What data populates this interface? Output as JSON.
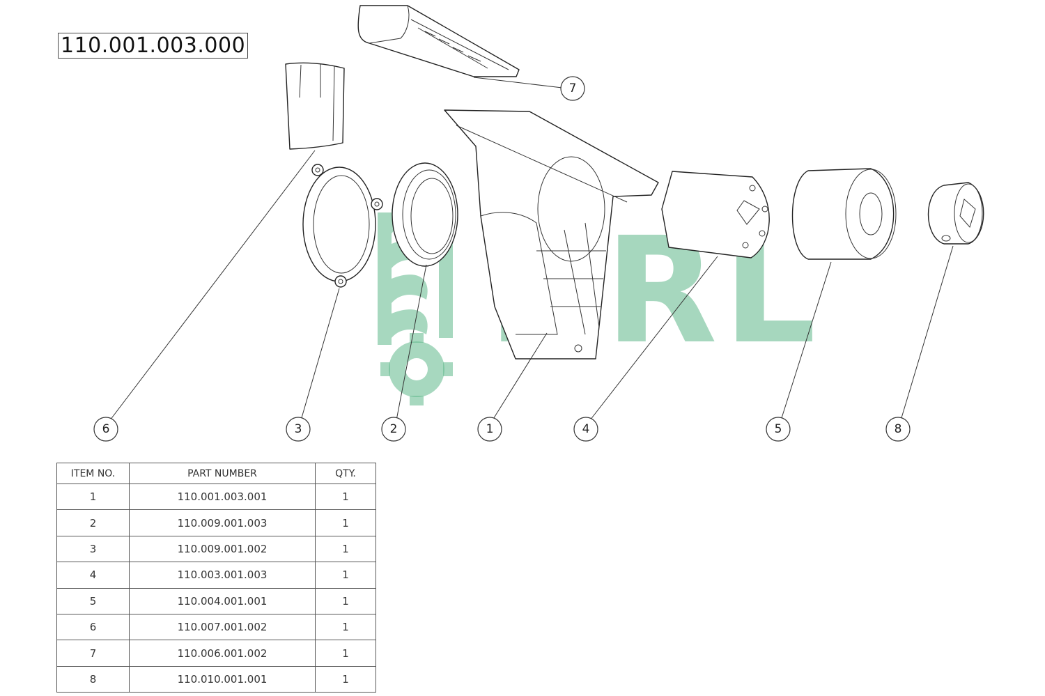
{
  "drawing_number": "110.001.003.000",
  "watermark": {
    "text": "BRL",
    "color": "#5fb88a"
  },
  "balloons": [
    "1",
    "2",
    "3",
    "4",
    "5",
    "6",
    "7",
    "8"
  ],
  "bom": {
    "headers": [
      "ITEM NO.",
      "PART NUMBER",
      "QTY."
    ],
    "rows": [
      [
        "1",
        "110.001.003.001",
        "1"
      ],
      [
        "2",
        "110.009.001.003",
        "1"
      ],
      [
        "3",
        "110.009.001.002",
        "1"
      ],
      [
        "4",
        "110.003.001.003",
        "1"
      ],
      [
        "5",
        "110.004.001.001",
        "1"
      ],
      [
        "6",
        "110.007.001.002",
        "1"
      ],
      [
        "7",
        "110.006.001.002",
        "1"
      ],
      [
        "8",
        "110.010.001.001",
        "1"
      ]
    ]
  }
}
